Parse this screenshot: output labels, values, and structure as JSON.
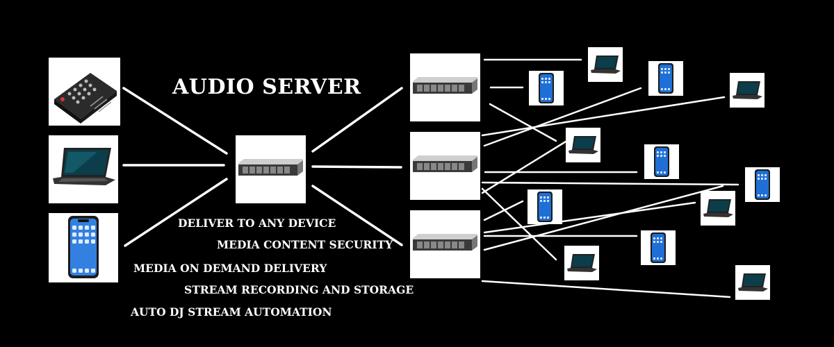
{
  "title": "AUDIO SERVER",
  "features": [
    "DELIVER TO ANY DEVICE",
    "MEDIA CONTENT SECURITY",
    "MEDIA ON DEMAND DELIVERY",
    "STREAM RECORDING AND STORAGE",
    "AUTO DJ STREAM AUTOMATION"
  ],
  "colors": {
    "background": "#000000",
    "line": "#ffffff",
    "text": "#ffffff",
    "tile": "#ffffff",
    "phone_screen": "#1f6fd6",
    "laptop_screen": "#0c3d4a"
  },
  "icons": {
    "source_mixer": "audio-mixer-icon",
    "source_laptop": "laptop-icon",
    "source_phone": "smartphone-icon",
    "server": "rack-server-icon"
  }
}
